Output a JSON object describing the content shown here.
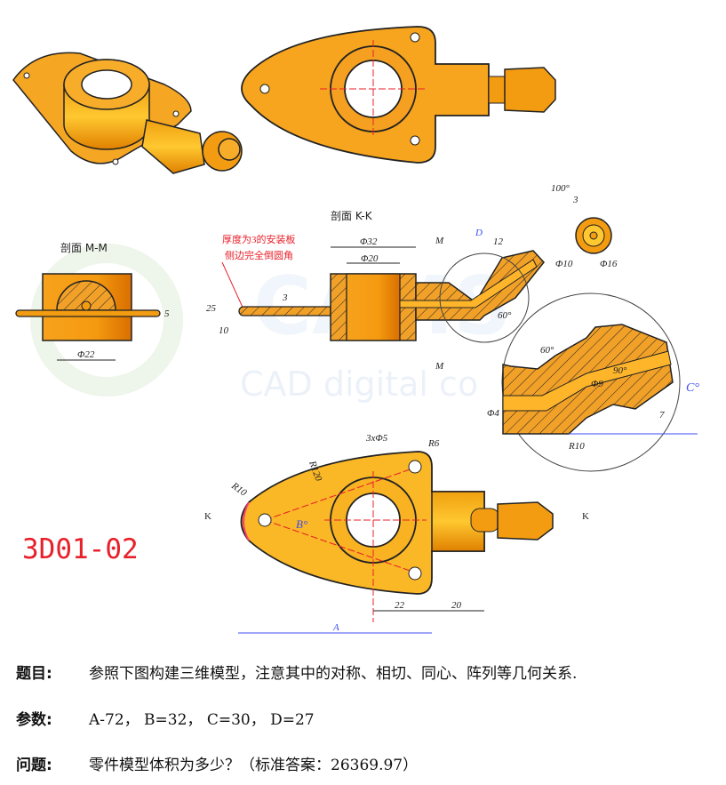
{
  "drawing": {
    "code": "3D01-02",
    "watermark": "CAD digital co",
    "section_mm": "剖面 M-M",
    "section_kk": "剖面 K-K",
    "note_line1": "厚度为3的安装板",
    "note_line2": "侧边完全倒圆角",
    "section_marks": {
      "m": "M",
      "k": "K"
    },
    "dims": {
      "d32": "Φ32",
      "d20": "Φ20",
      "h25": "25",
      "h10": "10",
      "t3": "3",
      "d22": "Φ22",
      "t5": "5",
      "D": "D",
      "l12": "12",
      "d10": "Φ10",
      "a60a": "60°",
      "a100": "100°",
      "w3": "3",
      "d16": "Φ16",
      "a60b": "60°",
      "d9": "Φ9",
      "a90": "90°",
      "C": "C°",
      "h7": "7",
      "d4": "Φ4",
      "r10b": "R10",
      "r120": "R120",
      "holes": "3xΦ5",
      "r6": "R6",
      "r10": "R10",
      "B": "B°",
      "l22": "22",
      "l20": "20",
      "A": "A"
    }
  },
  "text": {
    "topic_label": "题目:",
    "topic": "参照下图构建三维模型，注意其中的对称、相切、同心、阵列等几何关系.",
    "params_label": "参数:",
    "params": "A-72，  B=32，  C=30，  D=27",
    "question_label": "问题:",
    "question": "零件模型体积为多少？（标准答案：26369.97）"
  },
  "colors": {
    "part": "#f5a623",
    "part_dark": "#e07b00",
    "dim_blue": "#3b4cf0",
    "red": "#e8202a"
  }
}
